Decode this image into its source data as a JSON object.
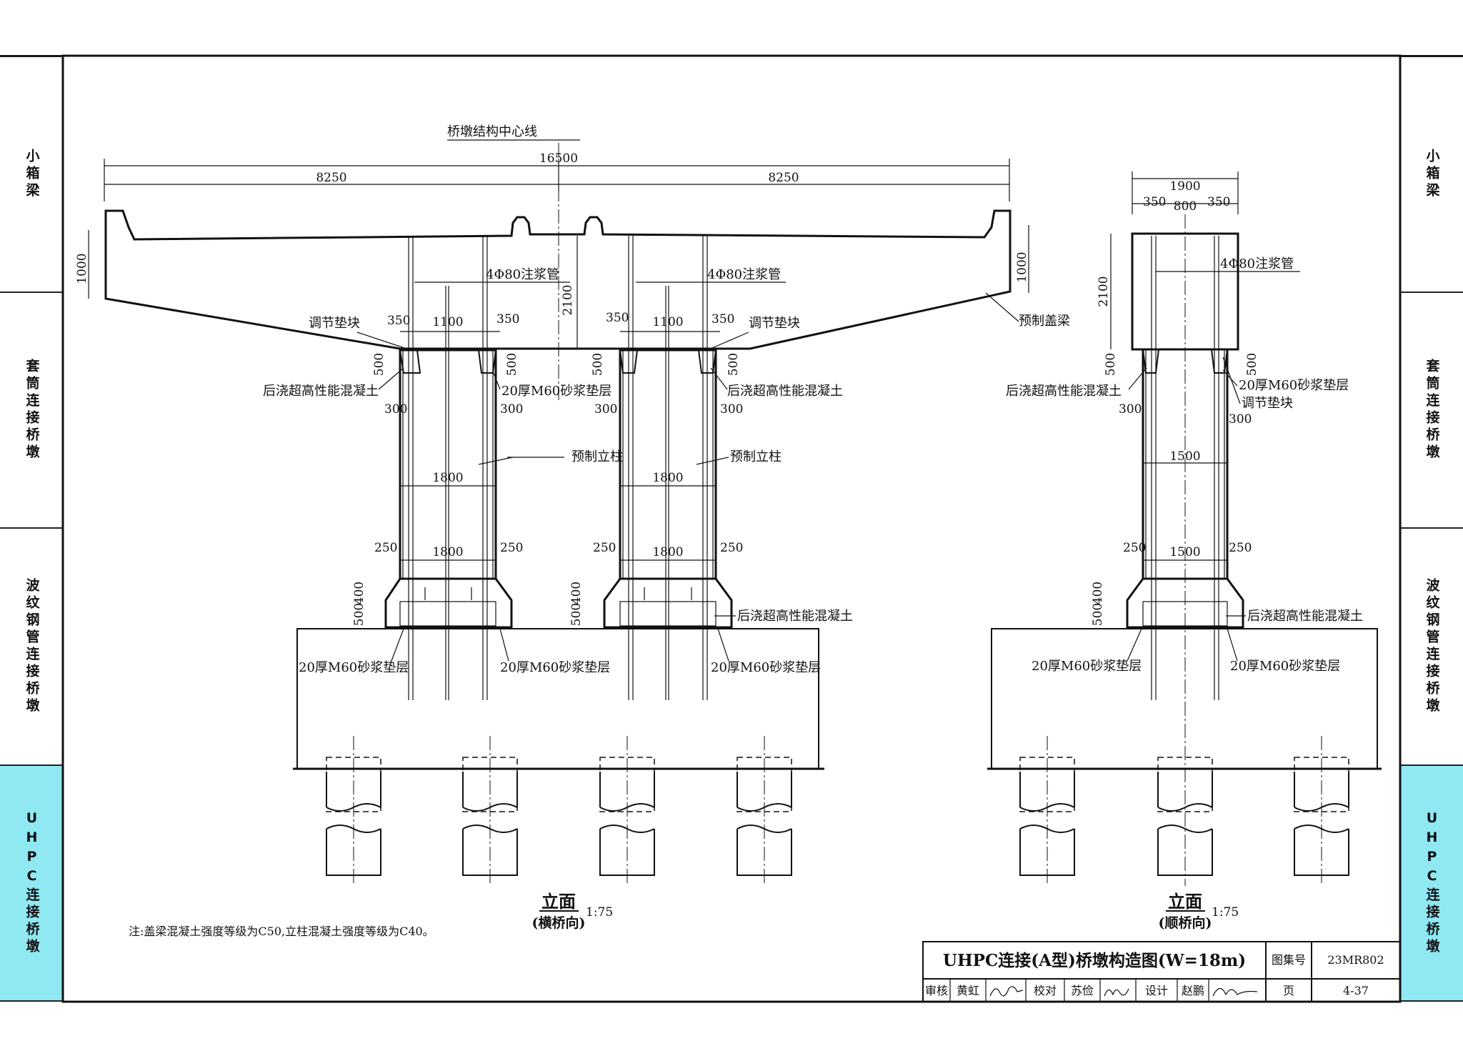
{
  "side_tabs": {
    "left": [
      "小箱梁",
      "套筒连接桥墩",
      "波纹钢管连接桥墩",
      "UHPC连接桥墩"
    ],
    "right": [
      "小箱梁",
      "套筒连接桥墩",
      "波纹钢管连接桥墩",
      "UHPC连接桥墩"
    ],
    "active_index": 3
  },
  "colors": {
    "active_tab": "#8fe8f2",
    "ink": "#111111"
  },
  "transverse": {
    "centerline_label": "桥墩结构中心线",
    "dims": {
      "total": "16500",
      "half_left": "8250",
      "half_right": "8250",
      "cap_height_left": "1000",
      "cap_height_right": "1000",
      "cap_depth": "2100",
      "gap_350": "350",
      "gap_1100": "1100",
      "h_500": "500",
      "w_300": "300",
      "col_width": "1800",
      "base_width": "1800",
      "w_250": "250",
      "h_400": "400",
      "h_500b": "500"
    },
    "labels": {
      "grout_pipe": "4Φ80注浆管",
      "adjust_block": "调节垫块",
      "precast_cap": "预制盖梁",
      "post_uhpc": "后浇超高性能混凝土",
      "mortar": "20厚M60砂浆垫层",
      "precast_column": "预制立柱"
    },
    "caption": "立面",
    "caption_sub": "(横桥向)",
    "scale": "1:75"
  },
  "longitudinal": {
    "dims": {
      "total": "1900",
      "side": "350",
      "mid": "800",
      "cap_depth": "2100",
      "h_500": "500",
      "w_300": "300",
      "col_width": "1500",
      "base_width": "1500",
      "w_250": "250",
      "h_400": "400",
      "h_500b": "500"
    },
    "labels": {
      "grout_pipe": "4Φ80注浆管",
      "post_uhpc": "后浇超高性能混凝土",
      "mortar": "20厚M60砂浆垫层",
      "adjust_block": "调节垫块"
    },
    "caption": "立面",
    "caption_sub": "(顺桥向)",
    "scale": "1:75"
  },
  "note": "注:盖梁混凝土强度等级为C50,立柱混凝土强度等级为C40。",
  "title_block": {
    "title": "UHPC连接(A型)桥墩构造图(W=18m)",
    "atlas_label": "图集号",
    "atlas_no": "23MR802",
    "review_label": "审核",
    "review_name": "黄虹",
    "check_label": "校对",
    "check_name": "苏俭",
    "design_label": "设计",
    "design_name": "赵鹏",
    "page_label": "页",
    "page_no": "4-37"
  }
}
